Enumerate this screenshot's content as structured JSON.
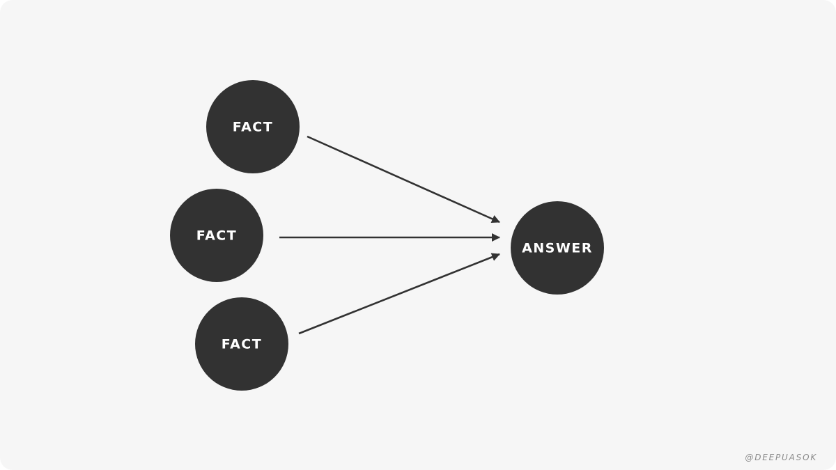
{
  "diagram": {
    "fact_nodes": [
      {
        "label": "FACT"
      },
      {
        "label": "FACT"
      },
      {
        "label": "FACT"
      }
    ],
    "answer_node": {
      "label": "ANSWER"
    },
    "edges": [
      {
        "from": "fact-1",
        "to": "answer"
      },
      {
        "from": "fact-2",
        "to": "answer"
      },
      {
        "from": "fact-3",
        "to": "answer"
      }
    ]
  },
  "colors": {
    "background": "#f6f6f6",
    "node_fill": "#323232",
    "node_text": "#ffffff",
    "arrow": "#323232",
    "watermark": "#8a8a8a"
  },
  "watermark": "@DEEPUASOK"
}
